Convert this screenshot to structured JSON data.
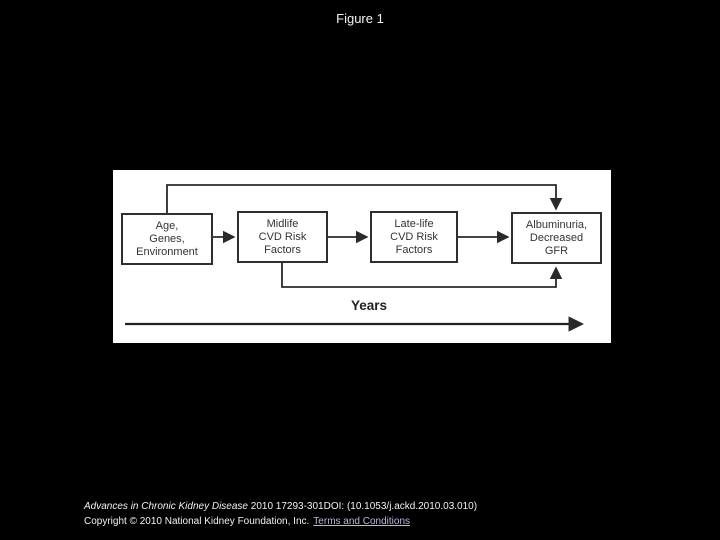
{
  "slide": {
    "title": "Figure 1",
    "background_color": "#000000"
  },
  "diagram": {
    "type": "flowchart",
    "line_color": "#2a2a2a",
    "nodes": [
      {
        "id": "age-genes-environment",
        "lines": [
          "Age,",
          "Genes,",
          "Environment"
        ]
      },
      {
        "id": "midlife-cvd-risk-factors",
        "lines": [
          "Midlife",
          "CVD Risk",
          "Factors"
        ]
      },
      {
        "id": "latelife-cvd-risk-factors",
        "lines": [
          "Late-life",
          "CVD Risk",
          "Factors"
        ]
      },
      {
        "id": "albuminuria-decreased-gfr",
        "lines": [
          "Albuminuria,",
          "Decreased",
          "GFR"
        ]
      }
    ],
    "edges": [
      {
        "from": "age-genes-environment",
        "to": "midlife-cvd-risk-factors",
        "route": "direct"
      },
      {
        "from": "midlife-cvd-risk-factors",
        "to": "latelife-cvd-risk-factors",
        "route": "direct"
      },
      {
        "from": "latelife-cvd-risk-factors",
        "to": "albuminuria-decreased-gfr",
        "route": "direct"
      },
      {
        "from": "age-genes-environment",
        "to": "albuminuria-decreased-gfr",
        "route": "over-top"
      },
      {
        "from": "midlife-cvd-risk-factors",
        "to": "albuminuria-decreased-gfr",
        "route": "under-bottom"
      }
    ],
    "timeline_label": "Years",
    "timeline_arrow": "left-to-right"
  },
  "citation": {
    "journal": "Advances in Chronic Kidney Disease",
    "reference": " 2010 17293-301DOI: (10.1053/j.ackd.2010.03.010)",
    "copyright": "Copyright © 2010 National Kidney Foundation, Inc.",
    "terms_link_label": "Terms and Conditions",
    "link_color": "#b9b9dd"
  }
}
